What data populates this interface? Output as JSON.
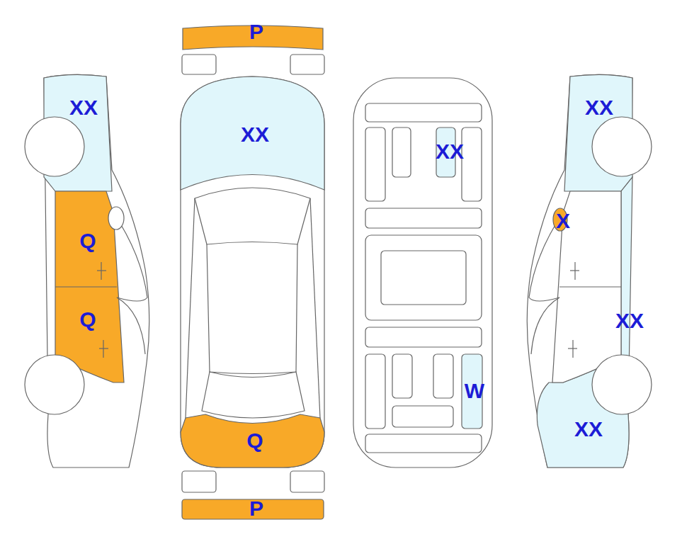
{
  "diagram": {
    "labels": [
      "P",
      "XX",
      "XX",
      "XX",
      "XX",
      "X",
      "Q",
      "Q",
      "XX",
      "W",
      "XX",
      "Q",
      "P"
    ]
  }
}
